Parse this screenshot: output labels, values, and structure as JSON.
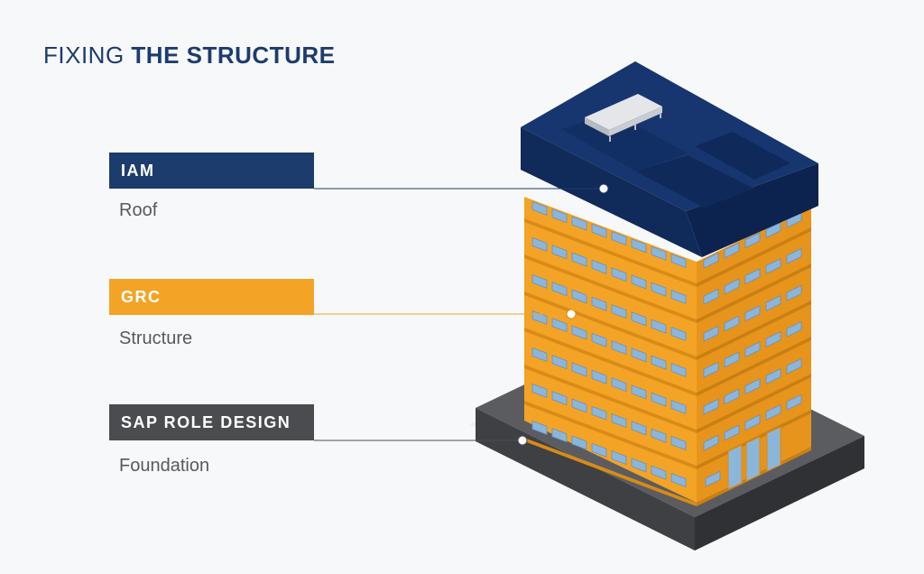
{
  "title": {
    "light": "FIXING ",
    "bold": "THE STRUCTURE"
  },
  "layers": [
    {
      "label": "IAM",
      "sublabel": "Roof",
      "color": "#1d3c6e"
    },
    {
      "label": "GRC",
      "sublabel": "Structure",
      "color": "#f3a426"
    },
    {
      "label": "SAP ROLE DESIGN",
      "sublabel": "Foundation",
      "color": "#4a4c50"
    }
  ],
  "colors": {
    "roof": "#173670",
    "roof_dark": "#102a5a",
    "building": "#f3a426",
    "building_shade": "#d98b17",
    "window": "#8bb6dc",
    "foundation": "#5a5c60",
    "foundation_dark": "#3e4044",
    "background": "#f7f8fa"
  }
}
